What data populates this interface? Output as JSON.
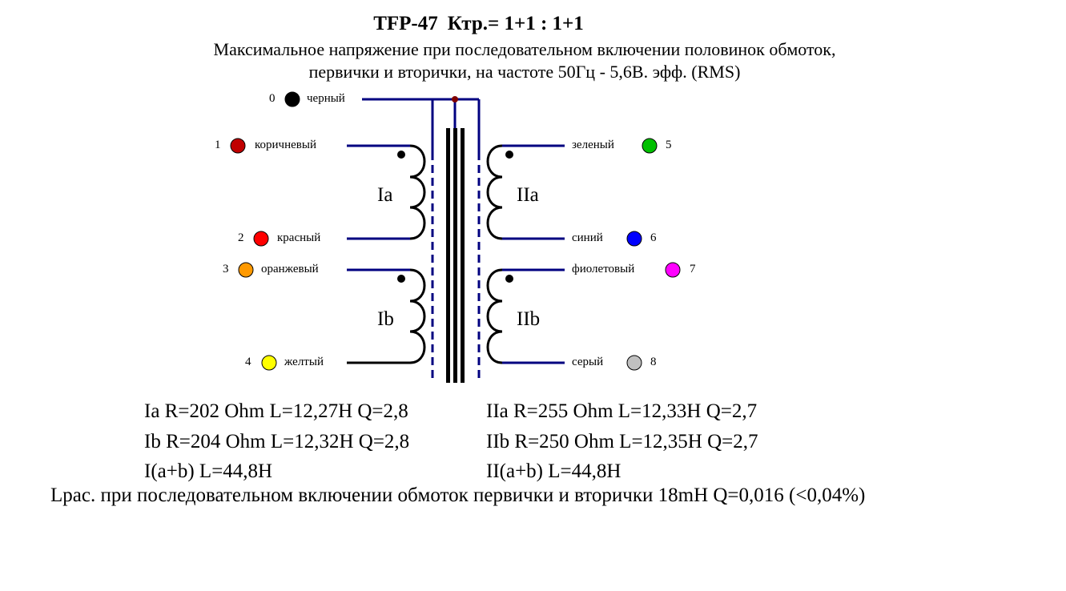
{
  "header": {
    "model": "TFP-47",
    "ratio": "Ктр.= 1+1 : 1+1",
    "subtitle_line1": "Максимальное напряжение при последовательном включении половинок обмоток,",
    "subtitle_line2": "первички и вторички, на частоте 50Гц - 5,6В. эфф. (RMS)"
  },
  "terminals": [
    {
      "num": "0",
      "name": "черный",
      "color": "#000000"
    },
    {
      "num": "1",
      "name": "коричневый",
      "color": "#c00000"
    },
    {
      "num": "2",
      "name": "красный",
      "color": "#ff0000"
    },
    {
      "num": "3",
      "name": "оранжевый",
      "color": "#ff9900"
    },
    {
      "num": "4",
      "name": "желтый",
      "color": "#ffff00"
    },
    {
      "num": "5",
      "name": "зеленый",
      "color": "#00c000"
    },
    {
      "num": "6",
      "name": "синий",
      "color": "#0000ff"
    },
    {
      "num": "7",
      "name": "фиолетовый",
      "color": "#ff00ff"
    },
    {
      "num": "8",
      "name": "серый",
      "color": "#c0c0c0"
    }
  ],
  "windings": [
    "Ia",
    "Ib",
    "IIa",
    "IIb"
  ],
  "specs": {
    "ia": "Ia R=202 Ohm L=12,27H Q=2,8",
    "iia": "IIa R=255 Ohm L=12,33H Q=2,7",
    "ib": "Ib R=204 Ohm L=12,32H Q=2,8",
    "iib": "IIb R=250 Ohm L=12,35H Q=2,7",
    "i_sum": "I(a+b) L=44,8H",
    "ii_sum": "II(a+b) L=44,8H",
    "leakage": "Lрас. при последовательном включении обмоток первички и вторички 18mH Q=0,016 (<0,04%)"
  },
  "colors": {
    "wire": "#000080",
    "junction": "#800000"
  }
}
